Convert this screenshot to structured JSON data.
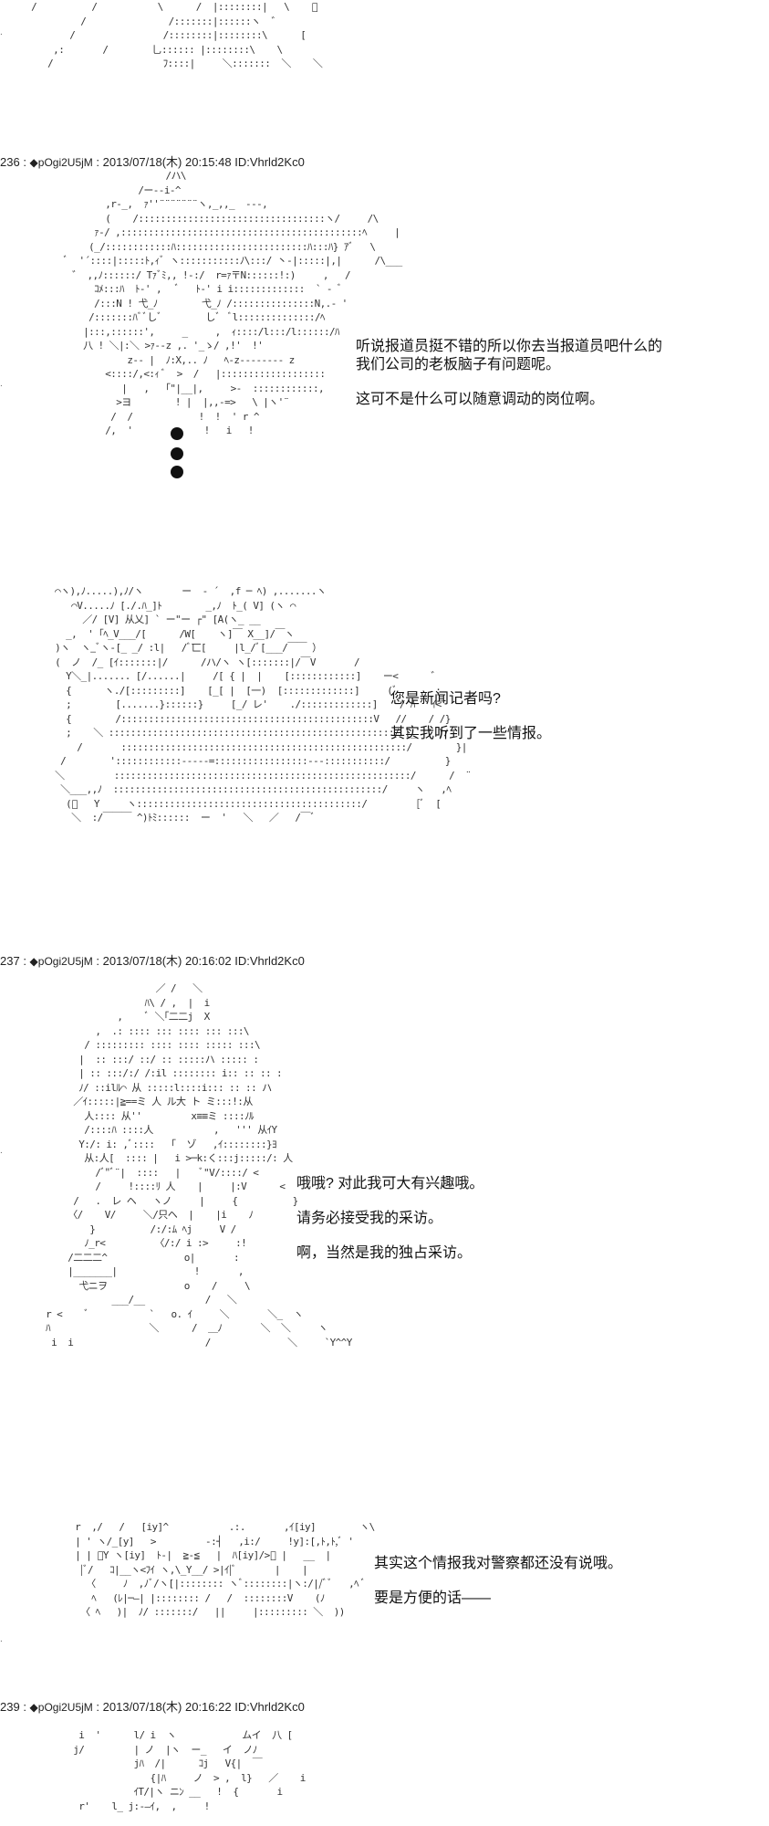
{
  "posts": [
    {
      "number": "236",
      "name": "◆pOgi2U5jM",
      "datetime": "2013/07/18(木) 20:15:48",
      "id": "ID:Vhrld2Kc0"
    },
    {
      "number": "237",
      "name": "◆pOgi2U5jM",
      "datetime": "2013/07/18(木) 20:16:02",
      "id": "ID:Vhrld2Kc0"
    },
    {
      "number": "239",
      "name": "◆pOgi2U5jM",
      "datetime": "2013/07/18(木) 20:16:22",
      "id": "ID:Vhrld2Kc0"
    }
  ],
  "dialogues": [
    {
      "lines": [
        "听说报道员挺不错的所以你去当报道员吧什么的",
        "我们公司的老板脑子有问题呢。",
        "这可不是什么可以随意调动的岗位啊。"
      ]
    },
    {
      "lines": [
        "您是新闻记者吗?",
        "其实我听到了一些情报。"
      ]
    },
    {
      "lines": [
        "哦哦? 对此我可大有兴趣哦。",
        "请务必接受我的采访。",
        "啊，当然是我的独占采访。"
      ]
    },
    {
      "lines": [
        "其实这个情报我对警察都还没有说哦。",
        "要是方便的话——"
      ]
    }
  ],
  "art": {
    "top_fragment": "    /          /           \\      /  |::::::::|   \\    ﾞ\n             /               /:::::::|::::::ヽ  ゛\n           /                /::::::::|::::::::\\      [\n        ,:       /        乚:::::: |::::::::\\    \\\n       /                    ﾌ::::|     ＼:::::::  ＼    ＼",
    "figure_236": "                     /ハ\\\n                /ー--i-^\n          ,r-_,  ｧ''¨¨¨¨¨¨¨ヽ,_,,_  ---,\n          (    /::::::::::::::::::::::::::::::::::ヽ/     /\\\n        ｧ-/ ,::::::::::::::::::::::::::::::::::::::::::::ﾍ     |\n       (_/::::::::::::ﾊ::::::::::::::::::::::::ﾊ:::ﾊ} ｱﾞ   \\\n   ﾞ  '´::::|:::::ﾄ,ｨﾞ ヽ:::::::::::ﾉ\\:::/ 丶-|:::::|,|      /\\___\n    ゛ ,,ﾉ::::::/ Tｧﾞﾐ,, !-:/  r=ｧ〒N::::::!:)     ,   /\n        ｺﾒ:::ﾊ  ﾄ-' ,   ﾞ   ﾄ-' i i:::::::::::::  ` - ﾞ\n        /:::N ! 弋_ﾉ        弋_ﾉ /:::::::::::::::N,.- '\n       /:::::::ﾊﾞﾞしﾞ        しﾞ  ﾞl::::::::::::::/ﾍ\n      |:::,::::::',     _     ,  ｨ::::/l:::/l::::::/ﾊ\n      八 ! ＼|:＼ >ｧ-‐z ,. '_ゝ/ ,!'  !'\n              z-‐ |  ﾉ:X,.. ﾉ   ﾍ-z-------- z\n          <::::/,<:ｨ ﾞ  >  /   |:::::::::::::::::::\n             |   ,   ｢\"|__|,     >-  ::::::::::::,\n            >ヨ        ! |  |,,-=>   \\ |ヽ'¨\n           /  /            !  !  ' r ^\n          /,  '             !   i   !",
    "figure_236b": "     ⌒ヽ),ﾉ.....),ﾉ/ヽ       ー  ‐ ´  ,f ─ ﾍ) ,.......ヽ\n        ⌒V.....ﾉ [./.ﾊ_]ﾄ        _,ﾉ  ﾄ_( V] (ヽ ⌒\n          ／/ [V] 从乂] ` ー\"ー ┌\" [A(ヽ_ __\n       _,  ' ｢ﾍ_V___/[      /W[    ヽ]￣ X__]/￣ヽ\n     )ヽ  ヽ_ﾞヽ-[_ _/ :l|   /ﾞ匸[     |l_/ﾞ[___/￣￣ ）\n     (  ノ  /_ [ｲ:::::::|/      /ハ/ヽ ヽ[:::::::|/￣V       /\n       Y＼_|....... [/......|     /[ { |  |    [::::::::::::]    ー<      ゛\n       {      ヽ./[:::::::::]    [_[ |  [一)  [:::::::::::::]     (ﾞ       ;\n       ;        [.......}::::::}     [_/ レ'    ./:::::::::::::]    / ﾊ   ｲ<\n       {        /::::::::::::::::::::::::::::::::::::::::::::::V   //    / /}\n       ;    ＼ ::::::::::::::::::::::::::::::::::::::::::::::::::::/ [_  ' )ﾉ\n         /       ::::::::::::::::::::::::::::::::::::::::::::::::::::/        }|\n      /        '::::::::::::-----=:::::::::::::::::---:::::::::::/          }\n     ＼         ::::::::::::::::::::::::::::::::::::::::::::::::::::::/      /  ¨\n      ＼___,,ﾉ  :::::::::::::::::::::::::::::::::::::::::::::::::/     ヽ   ,ﾍ\n       (ﾞ   Y     ヽ:::::::::::::::::::::::::::::::::::::::::/         [ﾞ  [\n        ＼  :/￣￣￣ ^)ﾄﾐ::::::  ー  '   ＼   ／   /￣ﾞ",
    "figure_237": "                         ／ /   ＼\n                       ﾊ\\ / ,  |  i\n                  ,    ﾞ ＼｢二二j  X\n              ,  .: :::: ::: :::: ::: :::\\\n            / ::::::::: :::: :::: ::::: :::\\\n           |  :: :::/ ::/ :: :::::ハ ::::: :\n           | :: :::/:/ /:il :::::::: i:: :: :: :\n           ﾉ/ ::ilﾙ⌒ 从 :::::l::::i::: :: :: ハ\n          ／ｲ:::::|≧==ミ 人 ル大 ト ミ:::!:从\n            人:::: 从''         x≡≡ミ ::::ﾉﾙ\n            /::::ﾊ ::::人           ,   ''' 从ｲY\n           Y:/: i: ,ﾞ::::   ｢  ゾ   ,ｲ::::::::}ﾖ\n            从:人[  :::: |   i >─k:く:::j:::::/: 人\n              /ﾞ\"ﾞ¨|  ::::   |    ﾞ\"V/::::/ <\n              /     !::::ﾘ 人    |     |:V      <\n          /   .  レ ヘ   ヽノ     |     {          }\n         〈/    V/     ＼/只ヘ  |    |i    ﾉ\n             }          /:/:ﾑ ﾍj     V /\n            ﾉ_r<         〈/:/ i :>     :!\n         /二二二^              o|       :\n         |_______|              !       ,\n           弋ニヲ              o    /     \\\n                 ___/__           /   ＼\n     r <    ﾞ           `   o. ｲ     ＼       ＼_  ヽ\n     ﾊ                  ＼      /  ＿ﾉ       ＼  ＼     ヽ\n      i  i                        /              ＼     `Y^^Y",
    "figure_237b": "       r  ,/   /   [iy]^           .:.       ,ｲ[iy]        ヽ\\\n       | ' ヽ/_[y]   >         -:┤   ,i:/     !y]:[,ﾄ,ﾄ,ﾞ '\n       | | ﾞY ヽ[iy]  ﾄ-|  ≧-≦   |  ﾊ[iy]/>ﾞ |   __  |\n        |ﾞ/   ｺ|__ヽ<ﾌｲ ヽ,\\_Y__/ >|ｲ|ﾞ       |    |\n         〈     ﾉ  ,ﾉﾞ/ヽ[|:::::::: ヽﾞ::::::::|ヽ:/|/ﾞﾞ   ,ﾍ ﾞ\n          ﾍ   (ﾚ|─―| |:::::::: /   /  ::::::::V    (ﾉ\n        〈 ﾍ   )|  ﾉ/ :::::::/   ||     |::::::::: ＼  ))",
    "figure_239": "           i  '      l/ i  ヽ            ムイ  八 [\n          j/         | ノ  |ヽ  ー_   イ  ノﾉ\n                     jﾊ  /|      ｺj   V{|  ￣\n                        {|ﾊ     ノ  > ,  l}   ／    i\n                     ｲT/|ヽ ニﾝ __   !  {       i\n           r'    l_ j:-―ｲ,  ,     !"
  }
}
